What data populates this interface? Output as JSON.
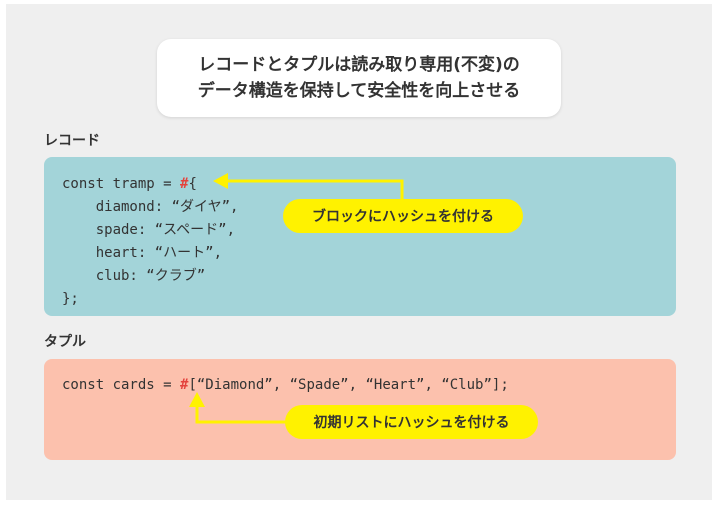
{
  "title": {
    "line1": "レコードとタプルは読み取り専用(不変)の",
    "line2": "データ構造を保持して安全性を向上させる"
  },
  "record_section": {
    "label": "レコード",
    "code": {
      "line1_prefix": "const tramp = ",
      "hash": "#",
      "line1_suffix": "{",
      "line2": "    diamond: “ダイヤ”,",
      "line3": "    spade: “スペード”,",
      "line4": "    heart: “ハート”,",
      "line5": "    club: “クラブ”",
      "line6": "};"
    },
    "callout": "ブロックにハッシュを付ける"
  },
  "tuple_section": {
    "label": "タプル",
    "code": {
      "prefix": "const cards = ",
      "hash": "#",
      "suffix": "[“Diamond”, “Spade”, “Heart”, “Club”];"
    },
    "callout": "初期リストにハッシュを付ける"
  },
  "colors": {
    "record_panel": "#a3d4d9",
    "tuple_panel": "#fcc1ad",
    "callout": "#fff200",
    "hash": "#e4423c"
  }
}
